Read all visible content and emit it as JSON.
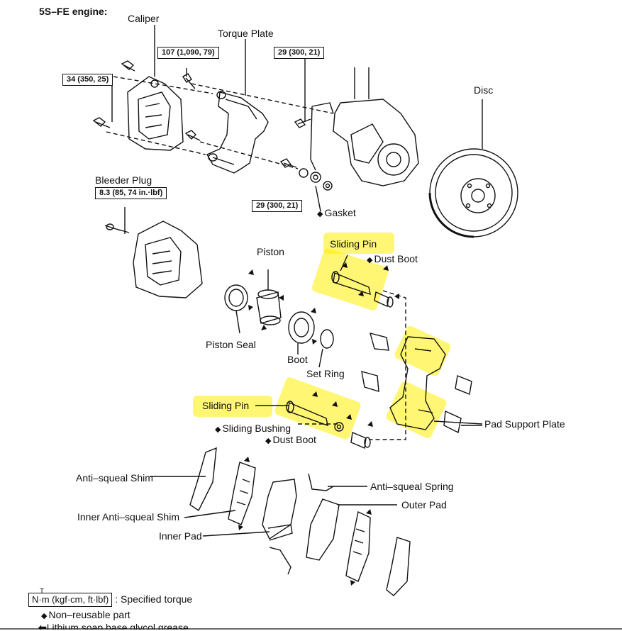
{
  "diagram": {
    "title": "5S–FE engine:",
    "torque_specs": {
      "caliper_bolt": "34 (350, 25)",
      "torque_plate_bolt": "107 (1,090, 79)",
      "hose_bolt_top": "29 (300, 21)",
      "union_bolt": "29 (300, 21)",
      "bleeder": "8.3 (85, 74 in.·lbf)"
    },
    "labels": {
      "caliper": "Caliper",
      "torque_plate": "Torque Plate",
      "disc": "Disc",
      "bleeder_plug": "Bleeder Plug",
      "gasket": "Gasket",
      "piston": "Piston",
      "piston_seal": "Piston Seal",
      "boot": "Boot",
      "set_ring": "Set Ring",
      "sliding_pin_upper": "Sliding Pin",
      "dust_boot_upper": "Dust Boot",
      "sliding_pin_lower": "Sliding Pin",
      "sliding_bushing": "Sliding Bushing",
      "dust_boot_lower": "Dust Boot",
      "pad_support_plate": "Pad Support Plate",
      "anti_squeal_shim": "Anti–squeal Shim",
      "inner_anti_squeal_shim": "Inner Anti–squeal Shim",
      "inner_pad": "Inner Pad",
      "anti_squeal_spring": "Anti–squeal Spring",
      "outer_pad": "Outer Pad"
    },
    "legend": {
      "torque_unit": "N·m (kgf·cm, ft·lbf)",
      "torque_desc": ": Specified torque",
      "non_reusable": "Non–reusable part",
      "grease": "Lithium soap base glycol grease",
      "torque_superscript": "T"
    },
    "highlight_color": "#FFEE00"
  }
}
